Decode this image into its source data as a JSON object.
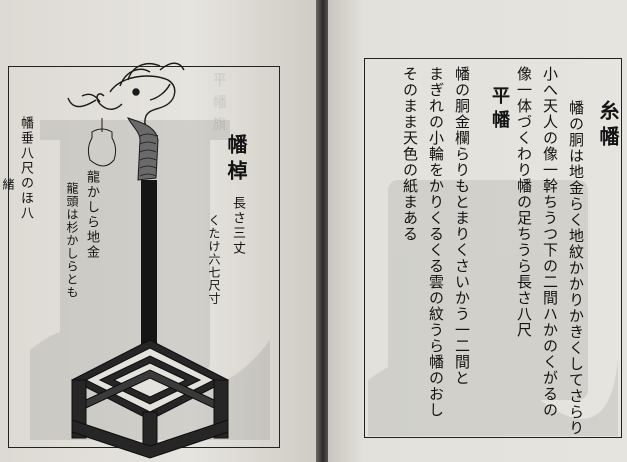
{
  "left_page": {
    "ghost_text": "平\n幡\n旗",
    "label_flag_pole": "幡棹",
    "label_length": "長さ三丈",
    "label_length_note": "くたけ六七尺寸",
    "label_dragon": "龍かしら地金",
    "label_dragon_note": "龍頭は杉かしらとも",
    "label_side": "幡垂八尺のほ八",
    "label_side_note": "緒"
  },
  "right_page": {
    "heading_1": "糸幡",
    "column_1": "幡の胴は地金らく地紋かかりかきくしてさらり",
    "column_2": "小へ天人の像一幹ちうつ下の二間ハかのくがるの",
    "column_3": "像一体づくわり幡の足ちうら長さ八尺",
    "heading_2": "平幡",
    "column_4": "幡の胴金欄らりもとまりくさいかう一二間と",
    "column_5": "まぎれの小輪をかりくるくる雲の紋うら幡のおし",
    "column_6": "そのまま天色の紙まある"
  }
}
